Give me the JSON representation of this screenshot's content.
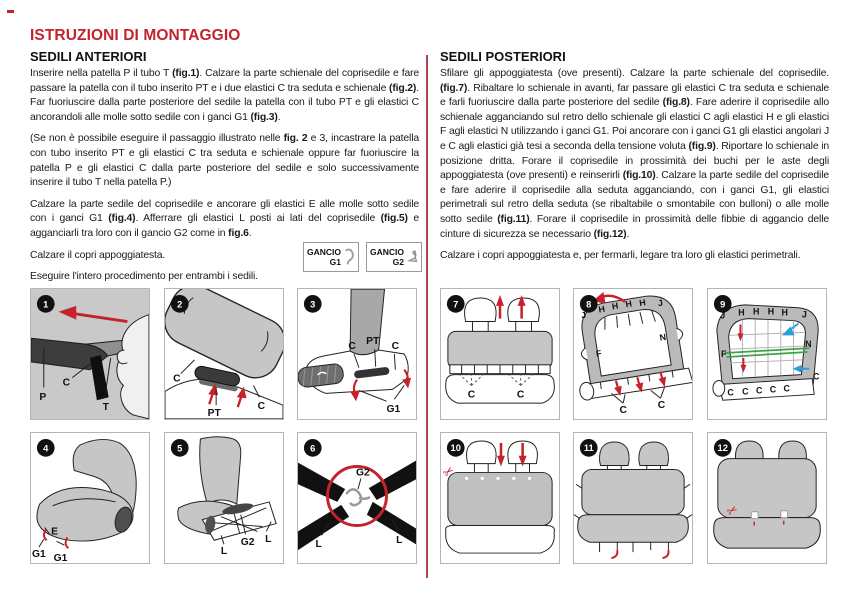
{
  "page": {
    "title": "ISTRUZIONI DI MONTAGGIO",
    "colors": {
      "accent_red": "#c5232b",
      "divider_red": "#aa4450",
      "text": "#1a1a1a",
      "seat_gray": "#c6c6c6",
      "dark_gray": "#3d3d3d",
      "label_green": "#3fa24a",
      "label_blue": "#2b9fd9"
    }
  },
  "anteriori": {
    "heading": "SEDILI ANTERIORI",
    "paragraphs": [
      "Inserire nella patella P il tubo T (fig.1). Calzare la parte schienale del coprisedile e fare passare la patella con il tubo inserito PT e i due elastici C tra seduta e schienale (fig.2). Far fuoriuscire dalla parte posteriore del sedile la patella con il tubo PT e gli elastici C ancorandoli alle molle sotto sedile con i ganci G1 (fig.3).",
      "(Se non è possibile eseguire il passaggio illustrato nelle fig. 2 e 3, incastrare la patella con tubo inserito PT e gli elastici C tra seduta e schienale oppure far fuoriuscire la patella P e gli elastici C dalla parte posteriore del sedile e solo successivamente inserire il tubo T nella patella P.)",
      "Calzare la parte sedile del coprisedile e ancorare gli elastici E alle molle sotto sedile con i ganci G1 (fig.4). Afferrare gli elastici L posti ai lati del coprisedile (fig.5) e agganciarli tra loro con il gancio G2 come in fig.6.",
      "Calzare il copri appoggiatesta.",
      "Eseguire l'intero procedimento per entrambi i sedili."
    ],
    "hooks": [
      {
        "label": "GANCIO",
        "code": "G1"
      },
      {
        "label": "GANCIO",
        "code": "G2"
      }
    ]
  },
  "posteriori": {
    "heading": "SEDILI POSTERIORI",
    "paragraphs": [
      "Sfilare gli appoggiatesta (ove presenti). Calzare la parte schienale del coprisedile. (fig.7). Ribaltare lo schienale in avanti, far passare gli elastici C tra seduta e schienale e farli fuoriuscire dalla parte posteriore del sedile (fig.8). Fare aderire il coprisedile allo schienale agganciando sul retro dello schienale gli elastici C agli elastici H e gli elastici F agli elastici N utilizzando i ganci G1. Poi ancorare con i ganci G1 gli elastici angolari J e C agli elastici già tesi a seconda della tensione voluta (fig.9). Riportare lo schienale in posizione dritta. Forare il coprisedile in prossimità dei buchi per le aste degli appoggiatesta (ove presenti) e reinserirli (fig.10). Calzare la parte sedile del coprisedile e fare aderire il coprisedile alla seduta agganciando, con i ganci G1, gli elastici perimetrali sul retro della seduta (se ribaltabile o smontabile con bulloni) o alle molle sotto sedile (fig.11). Forare il coprisedile in prossimità delle fibbie di aggancio delle cinture di sicurezza se necessario (fig.12).",
      "Calzare i copri appoggiatesta e, per fermarli, legare tra loro gli elastici perimetrali."
    ]
  },
  "figs": {
    "f1": {
      "num": "1",
      "labels": [
        "C",
        "P",
        "T"
      ]
    },
    "f2": {
      "num": "2",
      "labels": [
        "C",
        "PT",
        "C"
      ]
    },
    "f3": {
      "num": "3",
      "labels": [
        "C",
        "PT",
        "C",
        "G1"
      ]
    },
    "f4": {
      "num": "4",
      "labels": [
        "E",
        "G1",
        "G1"
      ]
    },
    "f5": {
      "num": "5",
      "labels": [
        "L",
        "G2",
        "L"
      ]
    },
    "f6": {
      "num": "6",
      "labels": [
        "G2",
        "L",
        "L"
      ]
    },
    "f7": {
      "num": "7",
      "labels": [
        "C",
        "C"
      ]
    },
    "f8": {
      "num": "8",
      "top": [
        "J",
        "H",
        "H",
        "H",
        "H",
        "J"
      ],
      "side": [
        "F",
        "N"
      ],
      "bottom": [
        "C",
        "C"
      ]
    },
    "f9": {
      "num": "9",
      "top": [
        {
          "t": "J",
          "c": "#1a1a1a"
        },
        {
          "t": "H",
          "c": "#c5232b"
        },
        {
          "t": "H",
          "c": "#1a1a1a"
        },
        {
          "t": "H",
          "c": "#1a1a1a"
        },
        {
          "t": "H",
          "c": "#1a1a1a"
        },
        {
          "t": "J",
          "c": "#2b9fd9"
        }
      ],
      "side": [
        {
          "t": "F",
          "c": "#3fa24a"
        },
        {
          "t": "N",
          "c": "#3fa24a"
        }
      ],
      "bottom": [
        {
          "t": "C",
          "c": "#1a1a1a"
        },
        {
          "t": "C",
          "c": "#c5232b"
        },
        {
          "t": "C",
          "c": "#1a1a1a"
        },
        {
          "t": "C",
          "c": "#1a1a1a"
        },
        {
          "t": "C",
          "c": "#1a1a1a"
        },
        {
          "t": "C",
          "c": "#2b9fd9"
        }
      ]
    },
    "f10": {
      "num": "10"
    },
    "f11": {
      "num": "11"
    },
    "f12": {
      "num": "12"
    }
  }
}
